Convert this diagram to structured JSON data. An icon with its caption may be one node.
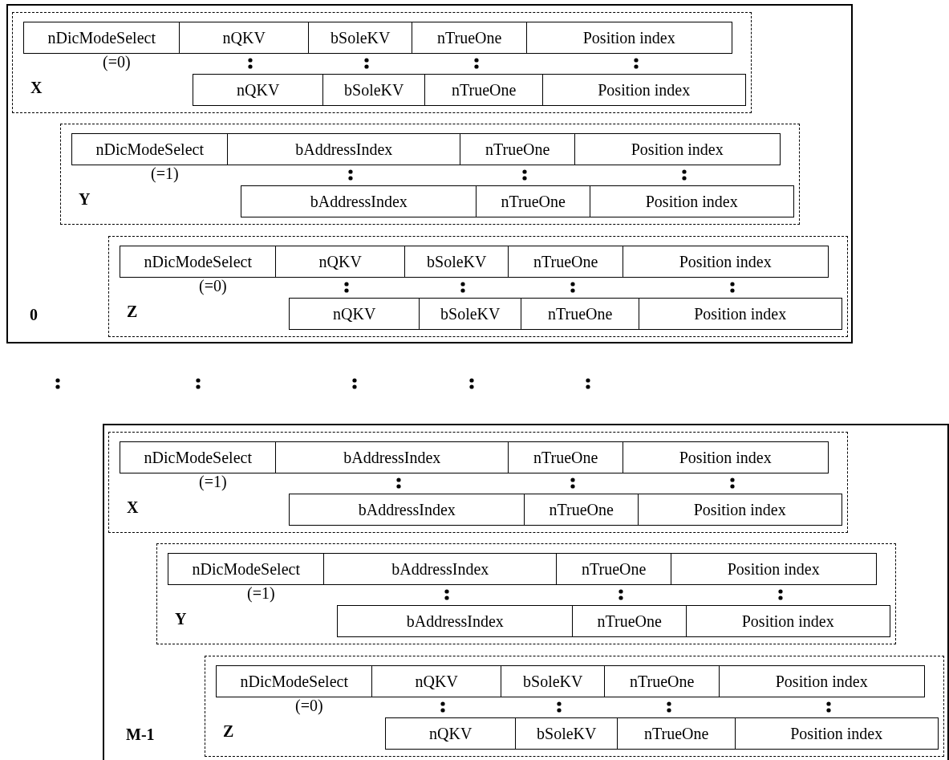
{
  "diagram": {
    "nodes": [
      {
        "text": [
          "0"
        ]
      },
      {
        "text": [
          "X",
          "(=0)"
        ],
        "in": 0
      },
      {
        "text": [
          "nDicModeSelect"
        ],
        "in": 1
      },
      {
        "text": [
          "nQKV"
        ],
        "in": 1
      },
      {
        "text": [
          "bSoleKV"
        ],
        "in": 1
      },
      {
        "text": [
          "nTrueOne"
        ],
        "in": 1
      },
      {
        "text": [
          "Position index"
        ],
        "in": 1
      },
      {
        "text": [
          "nQKV"
        ],
        "in": 1
      },
      {
        "text": [
          "bSoleKV"
        ],
        "in": 1
      },
      {
        "text": [
          "nTrueOne"
        ],
        "in": 1
      },
      {
        "text": [
          "Position index"
        ],
        "in": 1
      },
      {
        "text": [
          "Y",
          "(=1)"
        ],
        "in": 0
      },
      {
        "text": [
          "nDicModeSelect"
        ],
        "in": 11
      },
      {
        "text": [
          "bAddressIndex"
        ],
        "in": 11
      },
      {
        "text": [
          "nTrueOne"
        ],
        "in": 11
      },
      {
        "text": [
          "Position index"
        ],
        "in": 11
      },
      {
        "text": [
          "bAddressIndex"
        ],
        "in": 11
      },
      {
        "text": [
          "nTrueOne"
        ],
        "in": 11
      },
      {
        "text": [
          "Position index"
        ],
        "in": 11
      },
      {
        "text": [
          "Z",
          "(=0)"
        ],
        "in": 0
      },
      {
        "text": [
          "nDicModeSelect"
        ],
        "in": 19
      },
      {
        "text": [
          "nQKV"
        ],
        "in": 19
      },
      {
        "text": [
          "bSoleKV"
        ],
        "in": 19
      },
      {
        "text": [
          "nTrueOne"
        ],
        "in": 19
      },
      {
        "text": [
          "Position index"
        ],
        "in": 19
      },
      {
        "text": [
          "nQKV"
        ],
        "in": 19
      },
      {
        "text": [
          "bSoleKV"
        ],
        "in": 19
      },
      {
        "text": [
          "nTrueOne"
        ],
        "in": 19
      },
      {
        "text": [
          "Position index"
        ],
        "in": 19
      },
      {
        "text": [
          "M-1"
        ]
      },
      {
        "text": [
          "X",
          "(=1)"
        ],
        "in": 29
      },
      {
        "text": [
          "nDicModeSelect"
        ],
        "in": 30
      },
      {
        "text": [
          "bAddressIndex"
        ],
        "in": 30
      },
      {
        "text": [
          "nTrueOne"
        ],
        "in": 30
      },
      {
        "text": [
          "Position index"
        ],
        "in": 30
      },
      {
        "text": [
          "bAddressIndex"
        ],
        "in": 30
      },
      {
        "text": [
          "nTrueOne"
        ],
        "in": 30
      },
      {
        "text": [
          "Position index"
        ],
        "in": 30
      },
      {
        "text": [
          "Y",
          "(=1)"
        ],
        "in": 29
      },
      {
        "text": [
          "nDicModeSelect"
        ],
        "in": 38
      },
      {
        "text": [
          "bAddressIndex"
        ],
        "in": 38
      },
      {
        "text": [
          "nTrueOne"
        ],
        "in": 38
      },
      {
        "text": [
          "Position index"
        ],
        "in": 38
      },
      {
        "text": [
          "bAddressIndex"
        ],
        "in": 38
      },
      {
        "text": [
          "nTrueOne"
        ],
        "in": 38
      },
      {
        "text": [
          "Position index"
        ],
        "in": 38
      },
      {
        "text": [
          "Z",
          "(=0)"
        ],
        "in": 29
      },
      {
        "text": [
          "nDicModeSelect"
        ],
        "in": 46
      },
      {
        "text": [
          "nQKV"
        ],
        "in": 46
      },
      {
        "text": [
          "bSoleKV"
        ],
        "in": 46
      },
      {
        "text": [
          "nTrueOne"
        ],
        "in": 46
      },
      {
        "text": [
          "Position index"
        ],
        "in": 46
      },
      {
        "text": [
          "nQKV"
        ],
        "in": 46
      },
      {
        "text": [
          "bSoleKV"
        ],
        "in": 46
      },
      {
        "text": [
          "nTrueOne"
        ],
        "in": 46
      },
      {
        "text": [
          "Position index"
        ],
        "in": 46
      }
    ]
  }
}
